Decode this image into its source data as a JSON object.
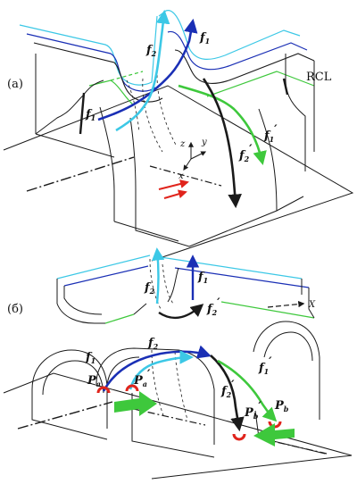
{
  "panels": {
    "a": {
      "tag": "(a)",
      "region_label": "RCL"
    },
    "b": {
      "tag": "(б)",
      "axis_label": "X"
    }
  },
  "labels": {
    "f1": "f",
    "f1_sub": "1",
    "f2": "f",
    "f2_sub": "2",
    "f1p": "f",
    "f1p_sub": "1",
    "f1p_mark": "′",
    "f2p": "f",
    "f2p_sub": "2",
    "f2p_mark": "′",
    "Pa": "P",
    "Pa_sub": "a",
    "Pb": "P",
    "Pb_sub": "b",
    "Pap_mark": "′",
    "Pbp_mark": "′"
  },
  "axes": {
    "x": "x",
    "y": "y",
    "z": "z"
  },
  "colors": {
    "outline": "#1a1a1a",
    "dark_blue": "#1a2fb5",
    "cyan": "#3cc8e6",
    "green": "#3ec83c",
    "red": "#e0241c",
    "grey": "#888888"
  },
  "icons": [
    "arrow-icon",
    "pinning-point-icon"
  ]
}
